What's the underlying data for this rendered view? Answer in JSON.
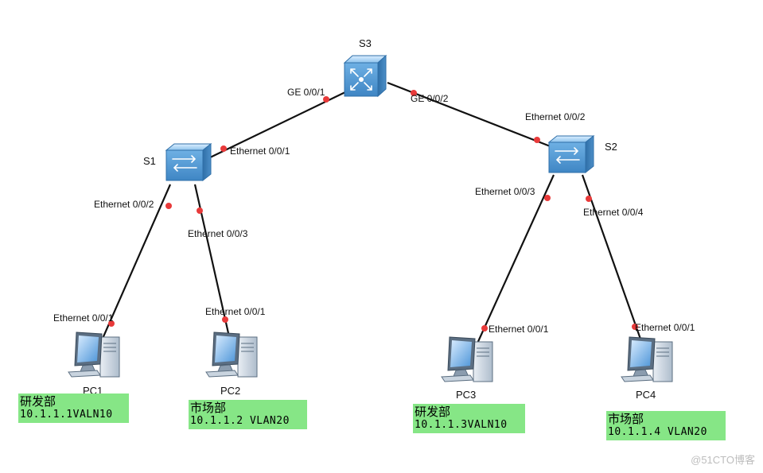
{
  "devices": {
    "s3": {
      "name": "S3"
    },
    "s1": {
      "name": "S1"
    },
    "s2": {
      "name": "S2"
    },
    "pc1": {
      "name": "PC1"
    },
    "pc2": {
      "name": "PC2"
    },
    "pc3": {
      "name": "PC3"
    },
    "pc4": {
      "name": "PC4"
    }
  },
  "ports": {
    "s3_s1": "GE 0/0/1",
    "s3_s2": "GE 0/0/2",
    "s1_up": "Ethernet 0/0/1",
    "s1_pc1": "Ethernet 0/0/2",
    "s1_pc2": "Ethernet 0/0/3",
    "s2_up": "Ethernet 0/0/2",
    "s2_pc3": "Ethernet 0/0/3",
    "s2_pc4": "Ethernet 0/0/4",
    "pc1_port": "Ethernet 0/0/1",
    "pc2_port": "Ethernet 0/0/1",
    "pc3_port": "Ethernet 0/0/1",
    "pc4_port": "Ethernet 0/0/1"
  },
  "notes": {
    "pc1": {
      "dept": "研发部",
      "addr": "10.1.1.1VALN10"
    },
    "pc2": {
      "dept": "市场部",
      "addr": "10.1.1.2 VLAN20"
    },
    "pc3": {
      "dept": "研发部",
      "addr": "10.1.1.3VALN10"
    },
    "pc4": {
      "dept": "市场部",
      "addr": "10.1.1.4 VLAN20"
    }
  },
  "colors": {
    "link": "#111111",
    "port_dot": "#e83a3a",
    "note_bg": "#86e686",
    "switch_blue": "#5a9fd6"
  },
  "icons": {
    "core_switch": "layer3-switch-icon",
    "access_switch": "switch-icon",
    "pc": "desktop-pc-icon"
  },
  "watermark": "@51CTO博客"
}
